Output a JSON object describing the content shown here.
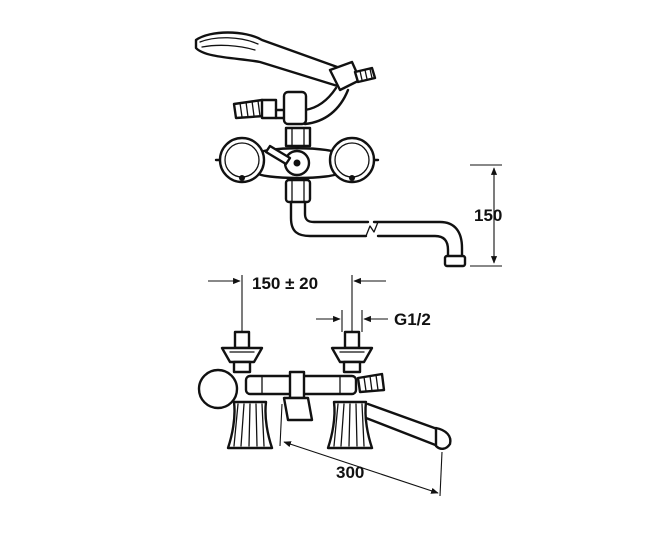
{
  "dimensions": {
    "height_label": "150",
    "spacing_label": "150 ± 20",
    "thread_label": "G1/2",
    "spout_length_label": "300"
  }
}
